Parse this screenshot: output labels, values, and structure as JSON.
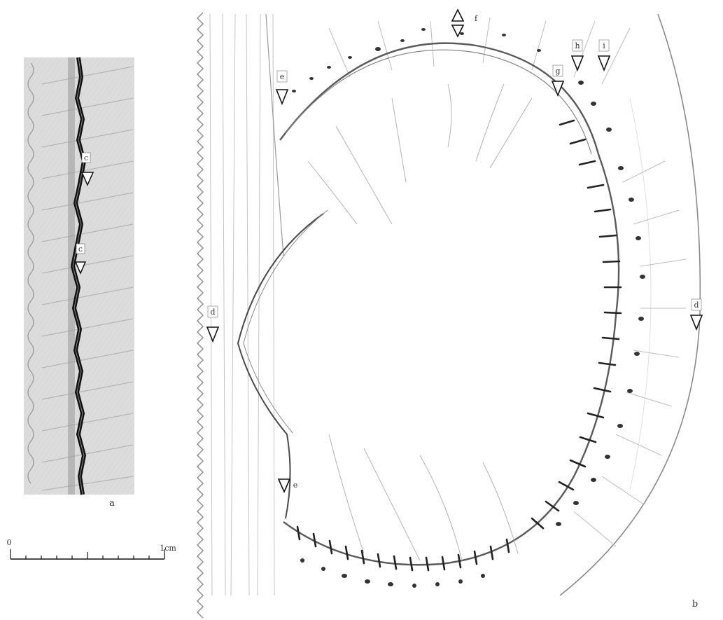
{
  "panels": {
    "left": {
      "label": "a"
    },
    "right": {
      "label": "b"
    }
  },
  "scale_bar": {
    "start": "0",
    "end": "1cm"
  },
  "markers": {
    "a_c1": "c",
    "a_c2": "c",
    "b_d_left": "d",
    "b_d_right": "d",
    "b_e_top": "e",
    "b_e_bottom": "e",
    "b_f": "f",
    "b_g": "g",
    "b_h": "h",
    "b_i": "i"
  }
}
